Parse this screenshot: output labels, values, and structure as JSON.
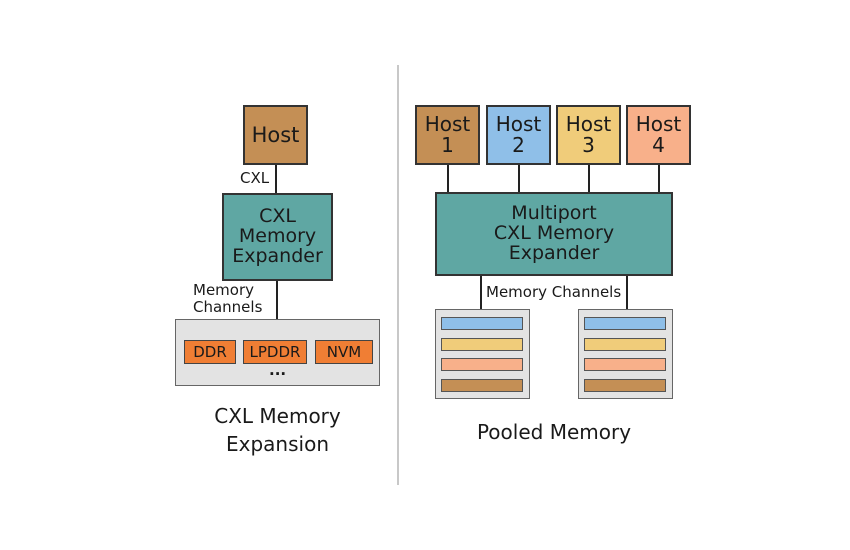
{
  "left": {
    "host_label": "Host",
    "cxl_link_label": "CXL",
    "expander_lines": [
      "CXL",
      "Memory",
      "Expander"
    ],
    "channels_lines": [
      "Memory",
      "Channels"
    ],
    "media": [
      "DDR",
      "LPDDR",
      "NVM"
    ],
    "ellipsis": "...",
    "caption_lines": [
      "CXL Memory",
      "Expansion"
    ]
  },
  "right": {
    "hosts": [
      {
        "word": "Host",
        "num": "1",
        "color": "#c48f55"
      },
      {
        "word": "Host",
        "num": "2",
        "color": "#8fbfe8"
      },
      {
        "word": "Host",
        "num": "3",
        "color": "#f0cc7a"
      },
      {
        "word": "Host",
        "num": "4",
        "color": "#f8b08a"
      }
    ],
    "expander_lines": [
      "Multiport",
      "CXL Memory",
      "Expander"
    ],
    "channels_label": "Memory Channels",
    "caption": "Pooled Memory"
  },
  "colors": {
    "host": "#c48f55",
    "expander": "#5fa7a3",
    "media_tray": "#e3e3e3",
    "media_chip": "#f07e34",
    "pool_bars": [
      "#8fbfe8",
      "#f0cc7a",
      "#f8b08a",
      "#c48f55"
    ]
  }
}
